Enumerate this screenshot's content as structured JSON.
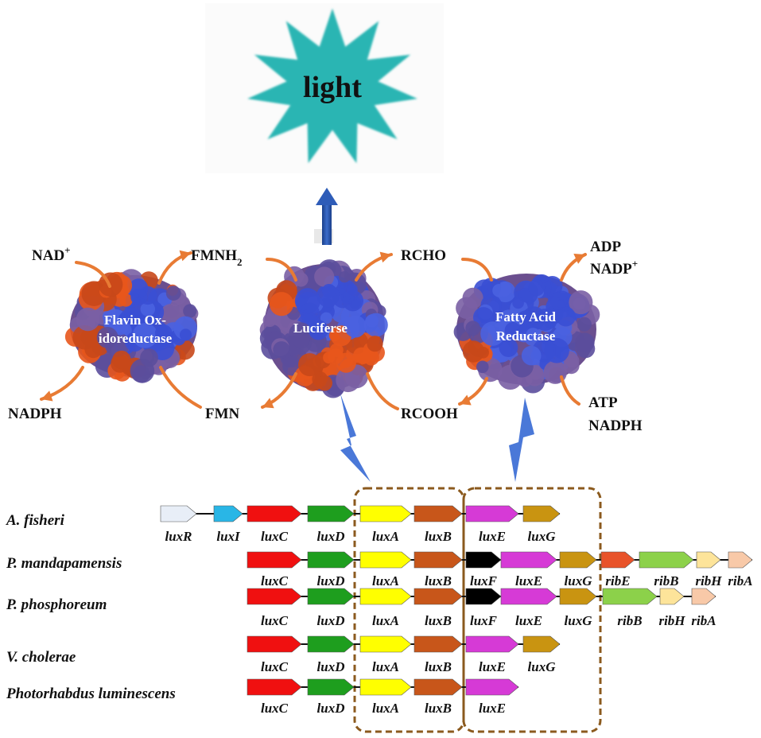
{
  "light": {
    "label": "light",
    "fill": "#2ab5b3"
  },
  "enzymes": [
    {
      "id": "flavin",
      "line1": "Flavin Ox-",
      "line2": "idoreductase"
    },
    {
      "id": "luciferase",
      "line1": "Luciferse",
      "line2": ""
    },
    {
      "id": "reductase",
      "line1": "Fatty Acid",
      "line2": "Reductase"
    }
  ],
  "substrates": {
    "nad": "NAD",
    "nad_sup": "+",
    "fmnh": "FMNH",
    "fmnh_sub": "2",
    "nadph_left": "NADPH",
    "fmn": "FMN",
    "rcho": "RCHO",
    "rcooh": "RCOOH",
    "adp": "ADP",
    "nadp": "NADP",
    "nadp_sup": "+",
    "atp": "ATP",
    "nadph_right": "NADPH"
  },
  "colors": {
    "luxR": "#e8eef7",
    "luxI": "#29b6e6",
    "luxC": "#f01010",
    "luxD": "#1e9e1e",
    "luxA": "#ffff00",
    "luxB": "#c8561a",
    "luxE": "#d63ad6",
    "luxF": "#000000",
    "luxG": "#c99411",
    "ribE": "#e8532a",
    "ribB": "#8cd14a",
    "ribH": "#fde49a",
    "ribA": "#f8c9a8",
    "arrow": "#e87b34",
    "box": "#8b5a1e",
    "bolt": "#4a78d8"
  },
  "organisms": [
    {
      "name": "A. fisheri",
      "genes": [
        {
          "label": "luxR",
          "color": "luxR"
        },
        {
          "label": "luxI",
          "color": "luxI"
        },
        {
          "label": "luxC",
          "color": "luxC"
        },
        {
          "label": "luxD",
          "color": "luxD"
        },
        {
          "label": "luxA",
          "color": "luxA"
        },
        {
          "label": "luxB",
          "color": "luxB"
        },
        {
          "label": "luxE",
          "color": "luxE"
        },
        {
          "label": "luxG",
          "color": "luxG"
        }
      ]
    },
    {
      "name": "P. mandapamensis",
      "genes": [
        {
          "label": "luxC",
          "color": "luxC"
        },
        {
          "label": "luxD",
          "color": "luxD"
        },
        {
          "label": "luxA",
          "color": "luxA"
        },
        {
          "label": "luxB",
          "color": "luxB"
        },
        {
          "label": "luxF",
          "color": "luxF"
        },
        {
          "label": "luxE",
          "color": "luxE"
        },
        {
          "label": "luxG",
          "color": "luxG"
        },
        {
          "label": "ribE",
          "color": "ribE"
        },
        {
          "label": "ribB",
          "color": "ribB"
        },
        {
          "label": "ribH",
          "color": "ribH"
        },
        {
          "label": "ribA",
          "color": "ribA"
        }
      ]
    },
    {
      "name": "P. phosphoreum",
      "genes": [
        {
          "label": "luxC",
          "color": "luxC"
        },
        {
          "label": "luxD",
          "color": "luxD"
        },
        {
          "label": "luxA",
          "color": "luxA"
        },
        {
          "label": "luxB",
          "color": "luxB"
        },
        {
          "label": "luxF",
          "color": "luxF"
        },
        {
          "label": "luxE",
          "color": "luxE"
        },
        {
          "label": "luxG",
          "color": "luxG"
        },
        {
          "label": "ribB",
          "color": "ribB"
        },
        {
          "label": "ribH",
          "color": "ribH"
        },
        {
          "label": "ribA",
          "color": "ribA"
        }
      ]
    },
    {
      "name": "V. cholerae",
      "genes": [
        {
          "label": "luxC",
          "color": "luxC"
        },
        {
          "label": "luxD",
          "color": "luxD"
        },
        {
          "label": "luxA",
          "color": "luxA"
        },
        {
          "label": "luxB",
          "color": "luxB"
        },
        {
          "label": "luxE",
          "color": "luxE"
        },
        {
          "label": "luxG",
          "color": "luxG"
        }
      ]
    },
    {
      "name": "Photorhabdus  luminescens",
      "genes": [
        {
          "label": "luxC",
          "color": "luxC"
        },
        {
          "label": "luxD",
          "color": "luxD"
        },
        {
          "label": "luxA",
          "color": "luxA"
        },
        {
          "label": "luxB",
          "color": "luxB"
        },
        {
          "label": "luxE",
          "color": "luxE"
        }
      ]
    }
  ]
}
